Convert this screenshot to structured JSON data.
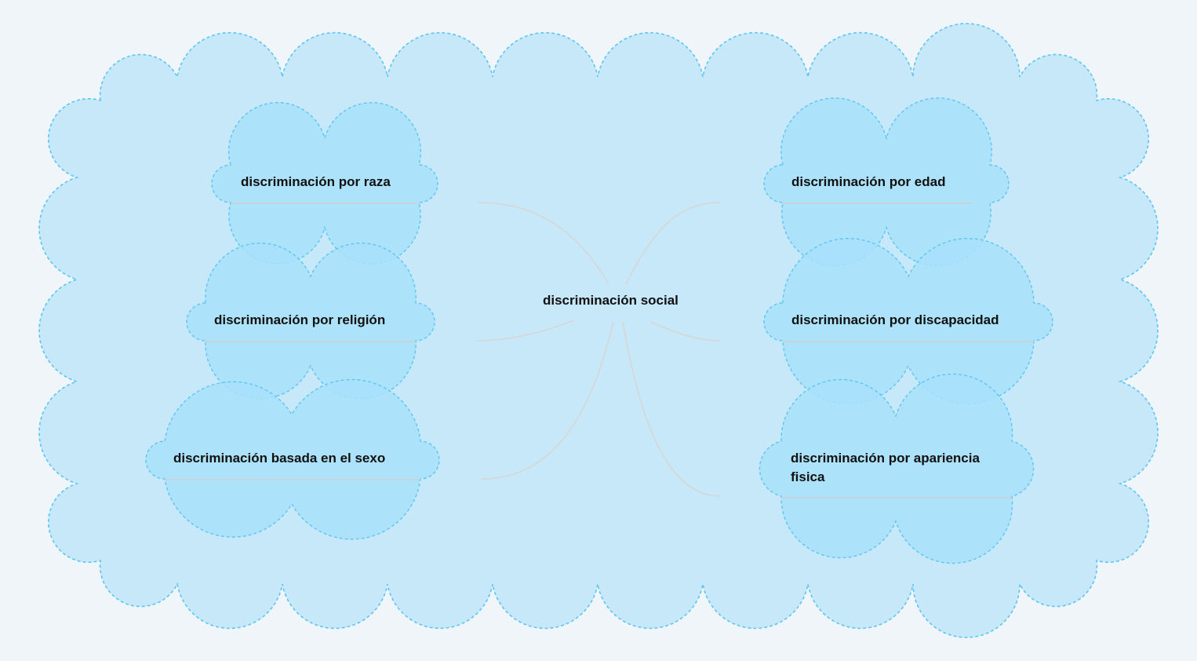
{
  "colors": {
    "page_background": "#eff5f8",
    "outer_cloud_fill": "#c7e8f9",
    "node_cloud_fill": "#a8e0fc",
    "cloud_stroke": "#5cc6f5",
    "connector": "#d6d6d6",
    "underline": "#cfcfcf",
    "text": "#111111"
  },
  "central_topic": {
    "label": "discriminación social"
  },
  "branches": [
    {
      "id": "raza",
      "side": "left",
      "label": "discriminación por raza"
    },
    {
      "id": "religion",
      "side": "left",
      "label": "discriminación por religión"
    },
    {
      "id": "sexo",
      "side": "left",
      "label": "discriminación basada en el sexo"
    },
    {
      "id": "edad",
      "side": "right",
      "label": "discriminación por edad"
    },
    {
      "id": "discapacidad",
      "side": "right",
      "label": "discriminación por discapacidad"
    },
    {
      "id": "apariencia",
      "side": "right",
      "label": "discriminación por apariencia fisica"
    }
  ]
}
